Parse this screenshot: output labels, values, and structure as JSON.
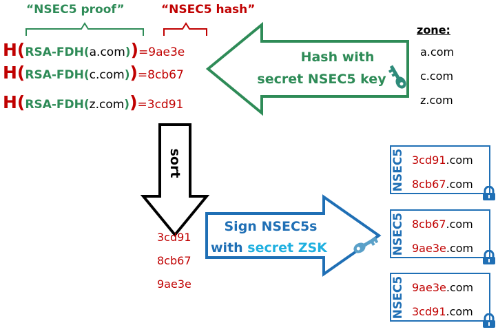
{
  "labels": {
    "proof": "“NSEC5 proof”",
    "hash": "“NSEC5 hash”"
  },
  "hash_lines": [
    {
      "H": "H(",
      "fdh": "RSA-FDH(",
      "domain": "a.com",
      "close_fdh": ")",
      "close": ")",
      "eq": "=",
      "hash": "9ae3e"
    },
    {
      "H": "H(",
      "fdh": "RSA-FDH(",
      "domain": "c.com",
      "close_fdh": ")",
      "close": ")",
      "eq": "=",
      "hash": "8cb67"
    },
    {
      "H": "H(",
      "fdh": "RSA-FDH(",
      "domain": "z.com",
      "close_fdh": ")",
      "close": ")",
      "eq": "=",
      "hash": "3cd91"
    }
  ],
  "hash_arrow": {
    "line1": "Hash with",
    "line2": "secret NSEC5 key"
  },
  "zone": {
    "title": "zone:",
    "items": [
      "a.com",
      "c.com",
      "z.com"
    ]
  },
  "sort_arrow": {
    "label": "sort"
  },
  "sorted": [
    "3cd91",
    "8cb67",
    "9ae3e"
  ],
  "sign_arrow": {
    "line1": "Sign NSEC5s",
    "line2_prefix": "with ",
    "line2_highlight": "secret ZSK"
  },
  "nsec_records": [
    {
      "tag": "NSEC5",
      "first": "3cd91",
      "second": "8cb67",
      "suffix": ".com"
    },
    {
      "tag": "NSEC5",
      "first": "8cb67",
      "second": "9ae3e",
      "suffix": ".com"
    },
    {
      "tag": "NSEC5",
      "first": "9ae3e",
      "second": "3cd91",
      "suffix": ".com"
    }
  ],
  "colors": {
    "red": "#c00000",
    "green": "#2e8b57",
    "blue": "#1f6fb5",
    "cyan": "#1fb0e0"
  }
}
